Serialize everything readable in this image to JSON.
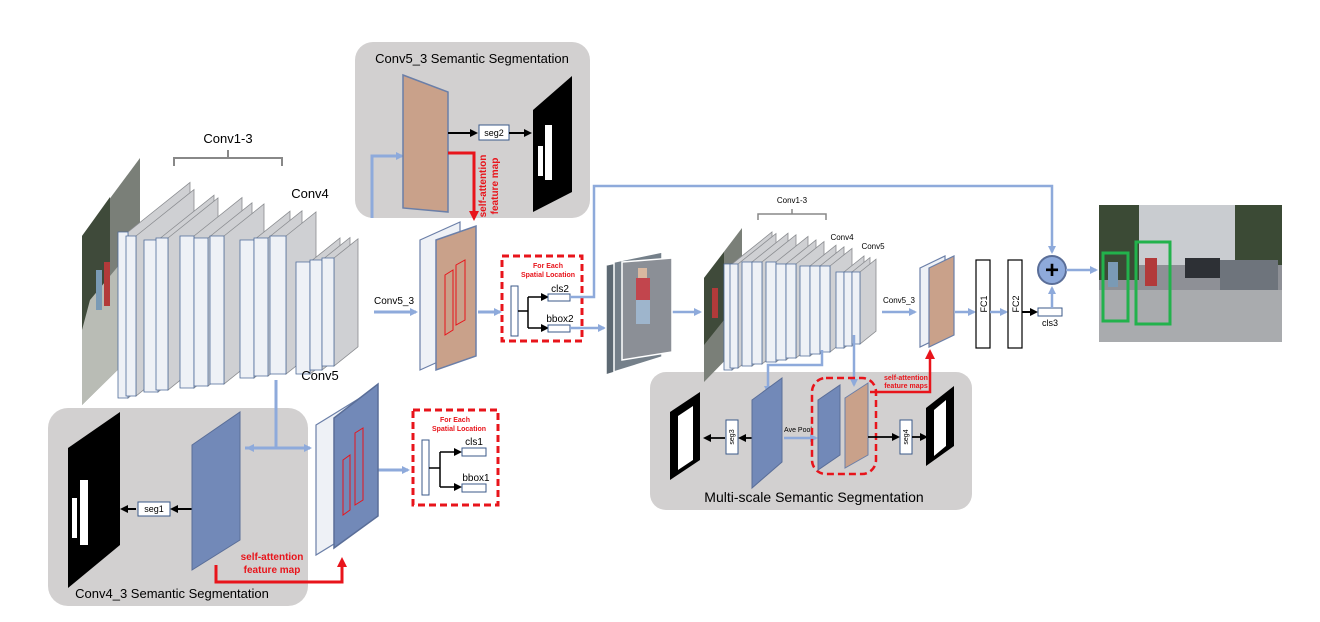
{
  "panels": {
    "conv5_seg_title": "Conv5_3 Semantic Segmentation",
    "conv4_seg_title": "Conv4_3 Semantic Segmentation",
    "multiscale_title": "Multi-scale Semantic Segmentation"
  },
  "backbone1": {
    "conv13": "Conv1-3",
    "conv4": "Conv4",
    "conv5": "Conv5",
    "conv53_label": "Conv5_3"
  },
  "backbone2": {
    "conv13": "Conv1-3",
    "conv4": "Conv4",
    "conv5": "Conv5",
    "conv53_label": "Conv5_3"
  },
  "seg_boxes": {
    "seg1": "seg1",
    "seg2": "seg2",
    "seg3": "seg3",
    "seg4": "seg4"
  },
  "attention": {
    "top_line1": "self-attention",
    "top_line2": "feature map",
    "bottom_line1": "self-attention",
    "bottom_line2": "feature map",
    "right_line1": "self-attention",
    "right_line2": "feature maps"
  },
  "heads": {
    "top_spatial_line1": "For Each",
    "top_spatial_line2": "Spatial Location",
    "top_cls": "cls2",
    "top_bbox": "bbox2",
    "bottom_spatial_line1": "For Each",
    "bottom_spatial_line2": "Spatial Location",
    "bottom_cls": "cls1",
    "bottom_bbox": "bbox1"
  },
  "multiscale": {
    "ave_pool": "Ave Pool"
  },
  "classifier": {
    "fc1": "FC1",
    "fc2": "FC2",
    "cls3": "cls3",
    "plus": "+"
  },
  "colors": {
    "arrow_blue": "#8eaadb",
    "attention_red": "#e8141b",
    "panel_gray": "#d2d0d0",
    "feature_tan": "#c9a18a",
    "feature_blue": "#7289b8",
    "detection_green": "#22b24c"
  }
}
